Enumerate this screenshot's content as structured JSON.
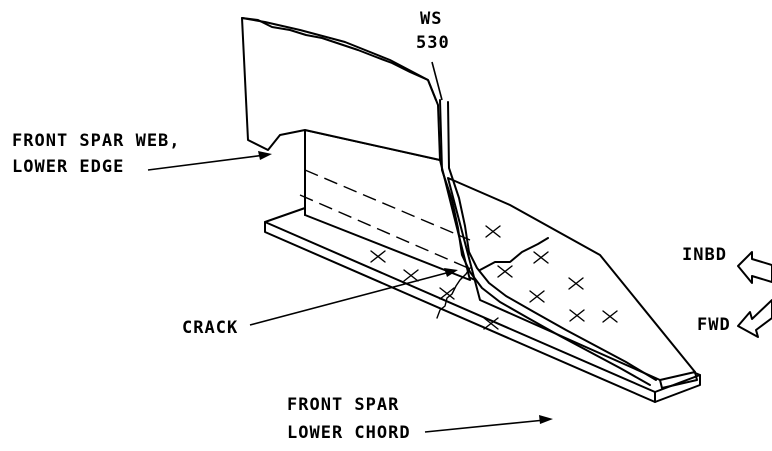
{
  "labels": {
    "station_line1": "WS",
    "station_line2": "530",
    "web_line1": "FRONT SPAR WEB,",
    "web_line2": "LOWER EDGE",
    "crack": "CRACK",
    "chord_line1": "FRONT SPAR",
    "chord_line2": "LOWER CHORD",
    "inbd": "INBD",
    "fwd": "FWD"
  },
  "icons": {
    "inbd_arrow": "outline-arrow-icon",
    "fwd_arrow": "outline-arrow-icon",
    "fastener_marks": "x-mark-icon"
  }
}
